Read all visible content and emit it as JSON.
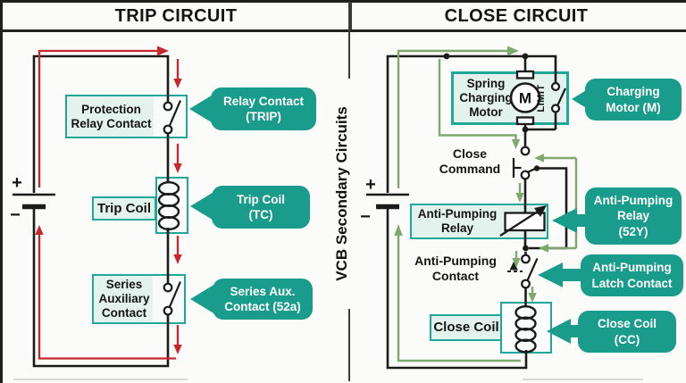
{
  "header": {
    "left_title": "TRIP CIRCUIT",
    "right_title": "CLOSE CIRCUIT"
  },
  "divider_label": "VCB Secondary Circuits",
  "trip": {
    "battery_plus": "+",
    "battery_minus": "−",
    "boxes": {
      "protection": "Protection\nRelay Contact",
      "trip_coil": "Trip Coil",
      "series_aux": "Series\nAuxiliary\nContact"
    },
    "callouts": {
      "relay_contact": "Relay Contact\n(TRIP)",
      "trip_coil": "Trip Coil\n(TC)",
      "series_aux": "Series Aux.\nContact (52a)"
    }
  },
  "close": {
    "battery_plus": "+",
    "battery_minus": "−",
    "boxes": {
      "motor": "Spring\nCharging\nMotor",
      "anti_pumping_relay": "Anti-Pumping\nRelay",
      "close_coil": "Close Coil"
    },
    "labels": {
      "close_command": "Close\nCommand",
      "anti_pumping_contact": "Anti-Pumping\nContact",
      "motor_m": "M",
      "limit": "LIMIT"
    },
    "callouts": {
      "charging_motor": "Charging\nMotor (M)",
      "anti_pumping_relay": "Anti-Pumping\nRelay\n(52Y)",
      "latch_contact": "Anti-Pumping\nLatch Contact",
      "close_coil": "Close Coil\n(CC)"
    }
  },
  "colors": {
    "callout_teal": "#1A9C8C",
    "box_border_teal": "#1FA79A",
    "box_fill_mint": "#E3F2ED",
    "trip_flow_red": "#C8272E",
    "close_flow_green": "#7FA96C",
    "wire_black": "#1B1B1B"
  }
}
